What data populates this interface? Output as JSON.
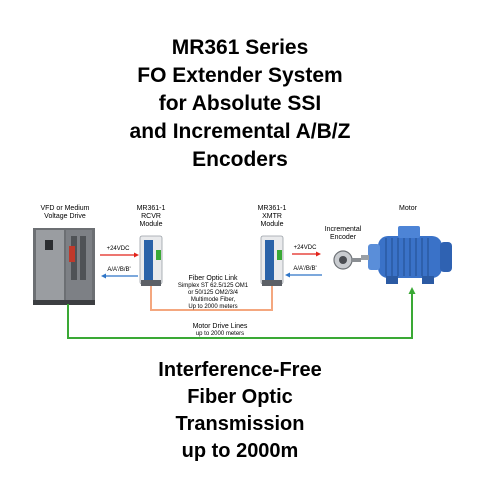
{
  "title_lines": [
    "MR361 Series",
    "FO Extender System",
    "for Absolute SSI",
    "and Incremental A/B/Z",
    "Encoders"
  ],
  "subtitle_lines": [
    "Interference-Free",
    "Fiber Optic",
    "Transmission",
    "up to 2000m"
  ],
  "nodes": {
    "vfd": {
      "line1": "VFD or Medium",
      "line2": "Voltage Drive"
    },
    "rcvr": {
      "line1": "MR361-1",
      "line2": "RCVR",
      "line3": "Module"
    },
    "xmtr": {
      "line1": "MR361-1",
      "line2": "XMTR",
      "line3": "Module"
    },
    "encoder": {
      "line1": "Incremental",
      "line2": "Encoder"
    },
    "motor": {
      "label": "Motor"
    }
  },
  "signals": {
    "power_left": "+24VDC",
    "data_left": "A/A'/B/B'",
    "power_right": "+24VDC",
    "data_right": "A/A'/B/B'"
  },
  "fiber_link": {
    "title": "Fiber Optic Link",
    "line1": "Simplex ST 62.5/125 OM1",
    "line2": "or 50/125 OM2/3/4",
    "line3": "Multimode Fiber,",
    "line4": "Up to 2000 meters"
  },
  "drive_lines": {
    "line1": "Motor Drive Lines",
    "line2": "up to 2000 meters"
  },
  "colors": {
    "power": "#e2231a",
    "data": "#2e75c7",
    "drive": "#3aa935",
    "fiber": "#f4a77f",
    "motor": "#3a72c8"
  }
}
